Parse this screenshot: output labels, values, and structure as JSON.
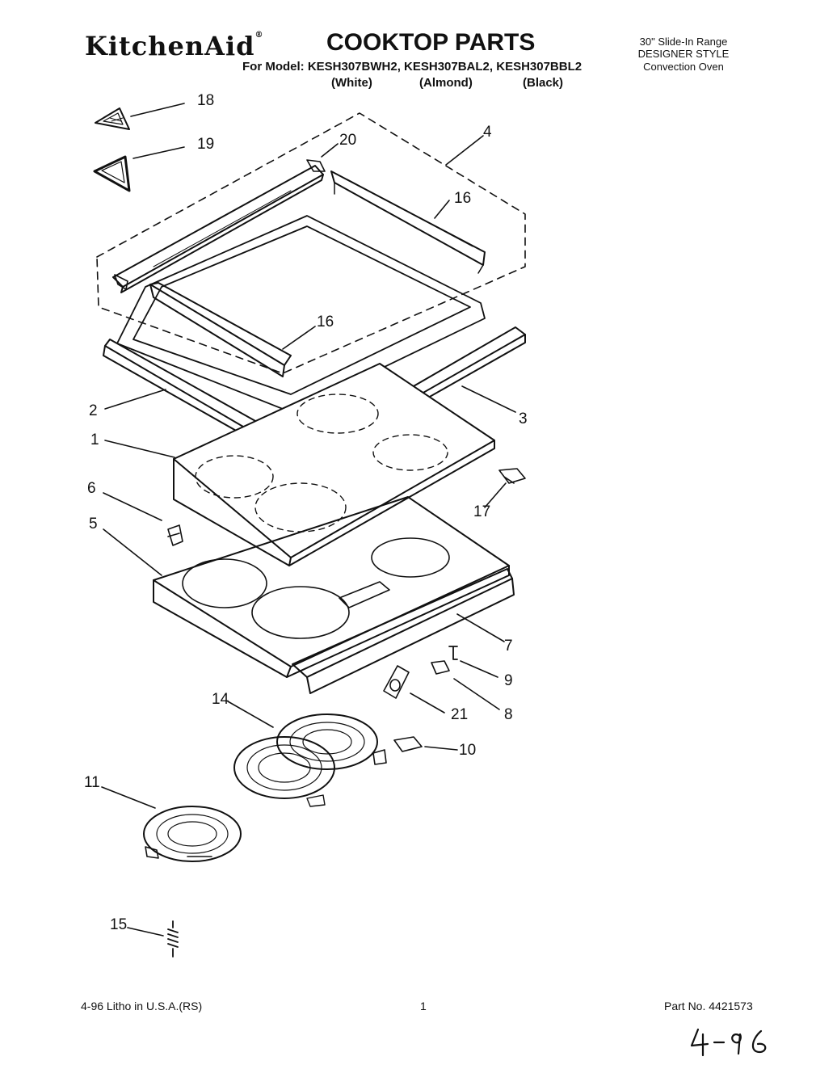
{
  "header": {
    "brand": "KitchenAid",
    "brand_mark": "®",
    "title": "COOKTOP PARTS",
    "model_line": "For Model: KESH307BWH2, KESH307BAL2, KESH307BBL2",
    "colors": [
      "(White)",
      "(Almond)",
      "(Black)"
    ],
    "product_lines": [
      "30\" Slide-In Range",
      "DESIGNER STYLE",
      "Convection Oven"
    ]
  },
  "part_labels": [
    "18",
    "19",
    "20",
    "4",
    "16",
    "16",
    "2",
    "3",
    "1",
    "6",
    "17",
    "5",
    "7",
    "9",
    "21",
    "8",
    "14",
    "10",
    "11",
    "15"
  ],
  "footer": {
    "litho": "4-96 Litho in U.S.A.(RS)",
    "page": "1",
    "part_no": "Part No. 4421573"
  },
  "handwritten_note": "4-96"
}
